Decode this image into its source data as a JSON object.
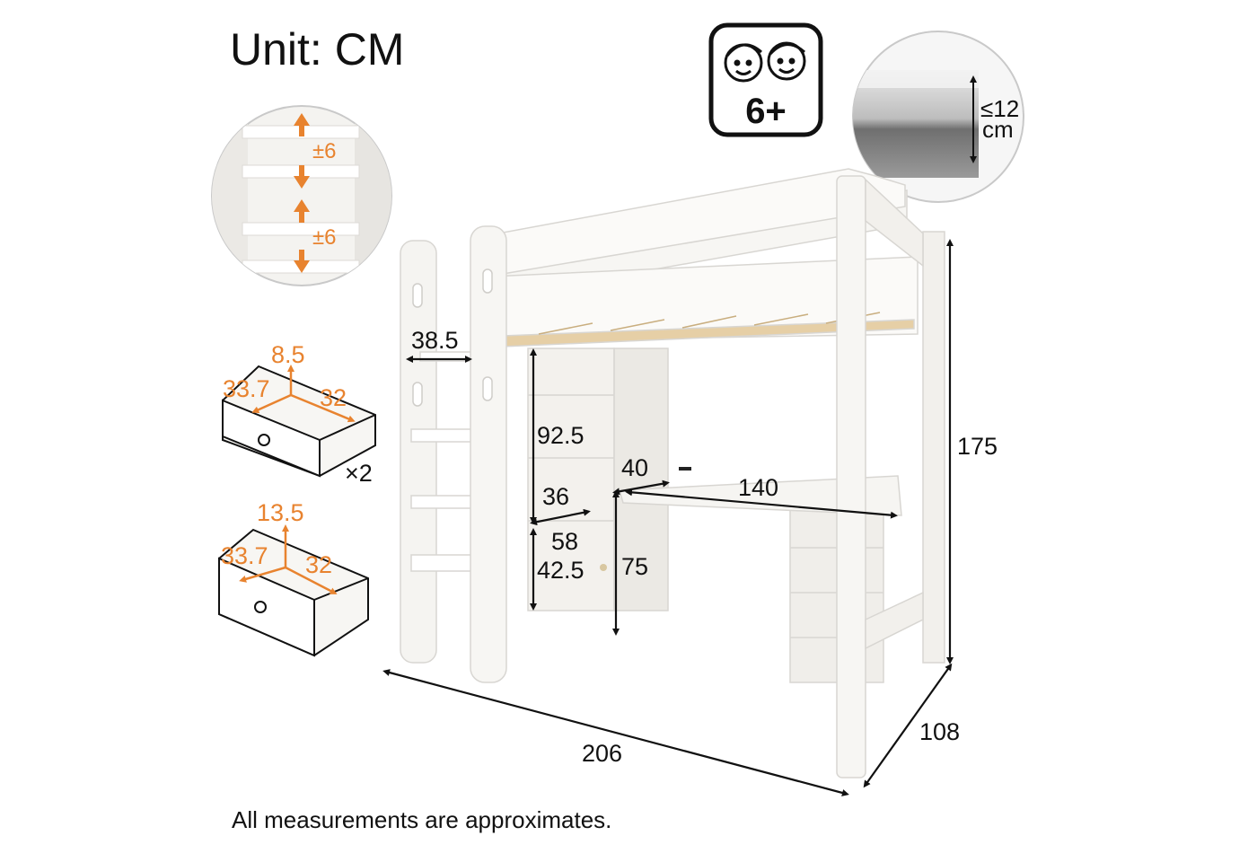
{
  "unit_title": "Unit: CM",
  "footnote": "All measurements are approximates.",
  "age_badge": {
    "label": "6+",
    "icon": "kids-faces-icon"
  },
  "mattress_callout": {
    "line1": "≤12",
    "line2": "cm"
  },
  "ladder_callout": {
    "step_up": "±6",
    "step_down": "±6"
  },
  "drawer_small": {
    "height": "8.5",
    "depth": "33.7",
    "width": "32",
    "count": "×2"
  },
  "drawer_large": {
    "height": "13.5",
    "depth": "33.7",
    "width": "32"
  },
  "bed_dimensions": {
    "ladder_width": "38.5",
    "shelf_height": "92.5",
    "gap": "40",
    "desk_length": "140",
    "shelf_depth": "36",
    "cabinet_width": "58",
    "cabinet_height": "42.5",
    "desk_height": "75",
    "total_height": "175",
    "total_depth": "108",
    "total_length": "206"
  },
  "colors": {
    "accent": "#e8832f",
    "ink": "#111111",
    "furniture": "#f2f0ec",
    "slat": "#e6cfa6"
  }
}
